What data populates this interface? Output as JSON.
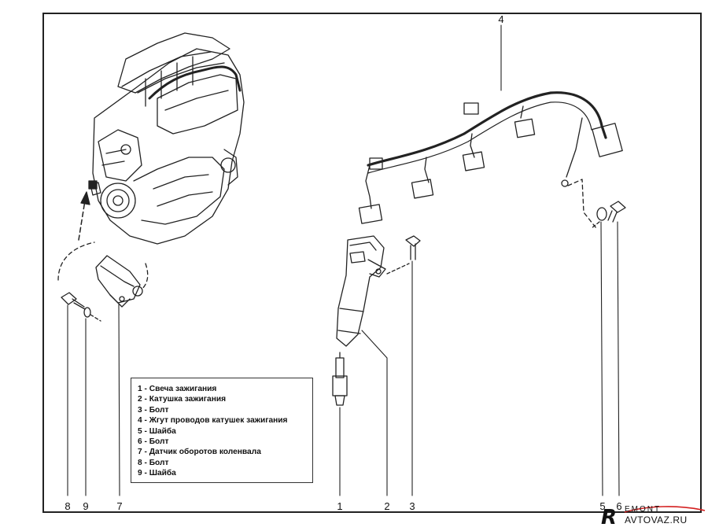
{
  "legend": {
    "items": [
      "1 - Свеча зажигания",
      "2 - Катушка зажигания",
      "3 - Болт",
      "4 - Жгут проводов катушек зажигания",
      "5 - Шайба",
      "6 - Болт",
      "7 - Датчик оборотов коленвала",
      "8 - Болт",
      "9 - Шайба"
    ]
  },
  "callouts": {
    "c1": "1",
    "c2": "2",
    "c3": "3",
    "c4": "4",
    "c5": "5",
    "c6": "6",
    "c7": "7",
    "c8": "8",
    "c9": "9"
  },
  "watermark": {
    "letter": "R",
    "line1": "EMONT",
    "line2": "AVTOVAZ.RU",
    "accent_color": "#d42020"
  },
  "colors": {
    "ink": "#222222",
    "background": "#ffffff"
  }
}
